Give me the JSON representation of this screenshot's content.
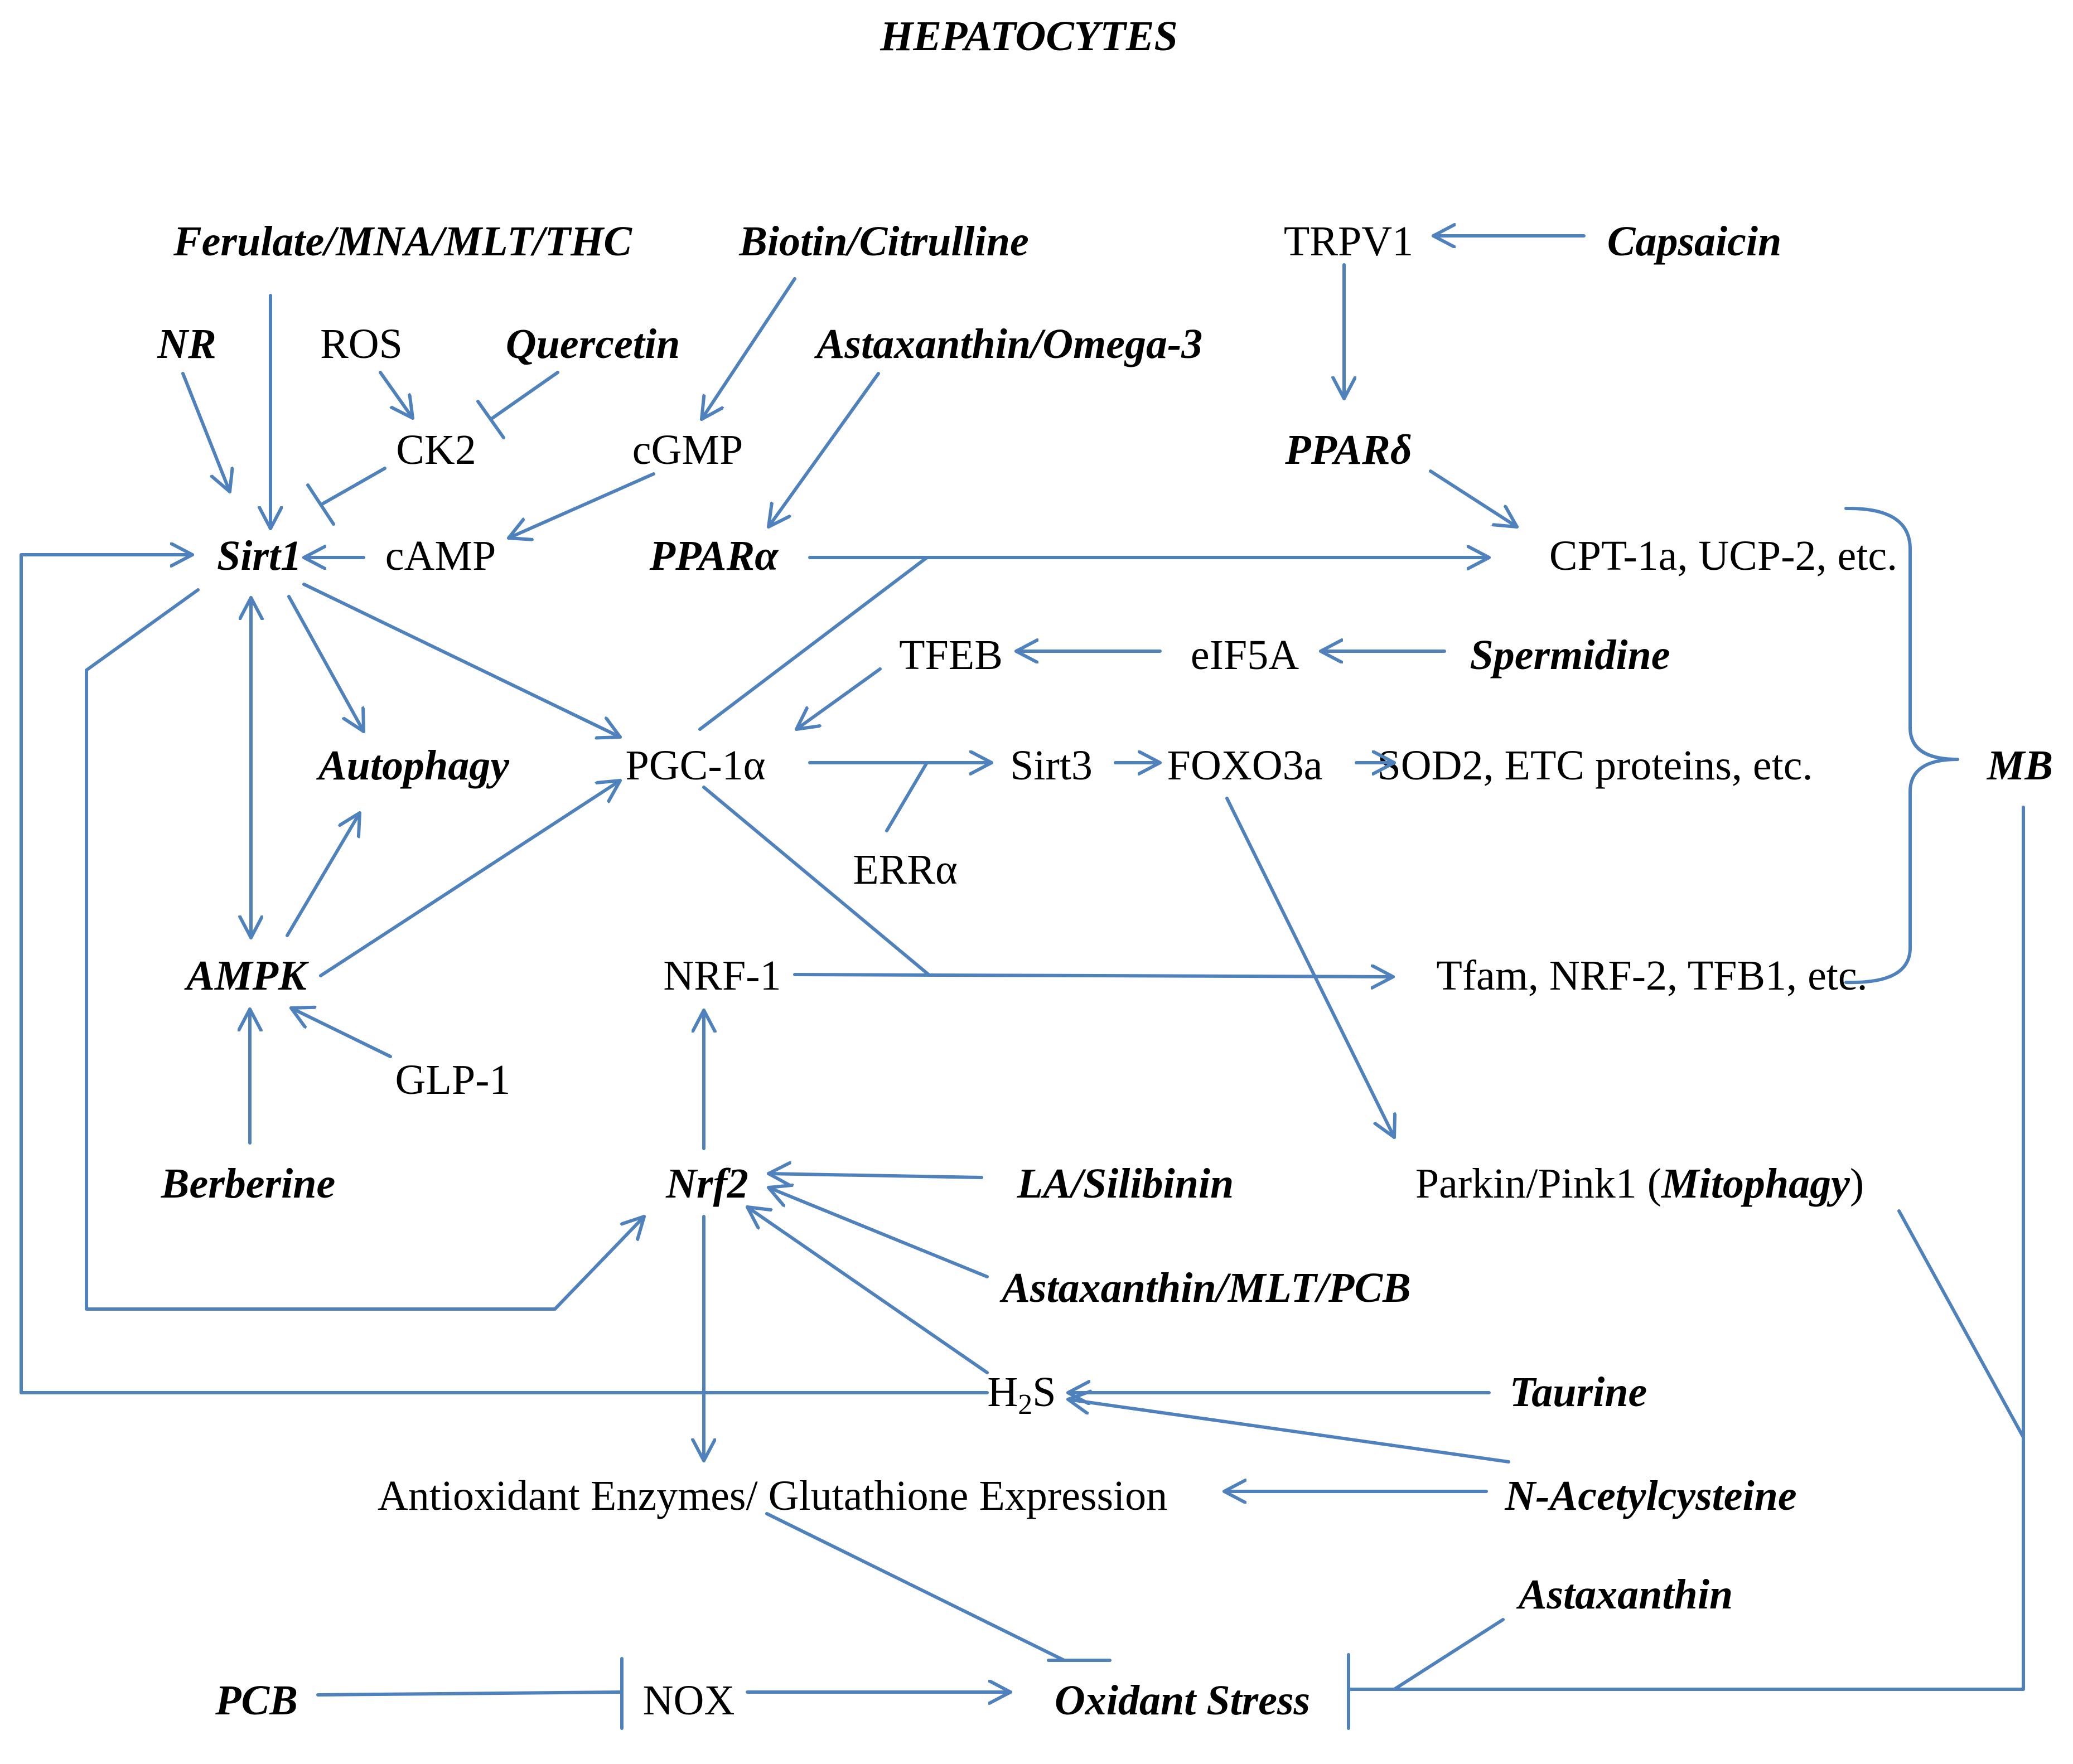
{
  "title": "HEPATOCYTES",
  "colors": {
    "arrow": "#4f81bd",
    "text": "#000000",
    "background": "#ffffff"
  },
  "labels": {
    "ferulate": "Ferulate/MNA/MLT/THC",
    "biotin": "Biotin/Citrulline",
    "trpv1": "TRPV1",
    "capsaicin": "Capsaicin",
    "nr": "NR",
    "ros": "ROS",
    "quercetin": "Quercetin",
    "astaxanthin_omega3": "Astaxanthin/Omega-3",
    "ck2": "CK2",
    "cgmp": "cGMP",
    "ppar_delta": "PPARδ",
    "sirt1": "Sirt1",
    "camp": "cAMP",
    "ppar_alpha": "PPARα",
    "cpt1a": "CPT-1a, UCP-2, etc.",
    "tfeb": "TFEB",
    "eif5a": "eIF5A",
    "spermidine": "Spermidine",
    "autophagy": "Autophagy",
    "pgc1a": "PGC-1α",
    "sirt3": "Sirt3",
    "foxo3a": "FOXO3a",
    "sod2": "SOD2, ETC proteins, etc.",
    "mb": "MB",
    "erra": "ERRα",
    "ampk": "AMPK",
    "nrf1": "NRF-1",
    "tfam": "Tfam, NRF-2, TFB1, etc.",
    "glp1": "GLP-1",
    "berberine": "Berberine",
    "nrf2": "Nrf2",
    "la_silibinin": "LA/Silibinin",
    "parkin_prefix": "Parkin/Pink1 (",
    "mitophagy": "Mitophagy",
    "parkin_suffix": ")",
    "astaxanthin_mlt_pcb": "Astaxanthin/MLT/PCB",
    "h2s_h": "H",
    "h2s_sub": "2",
    "h2s_s": "S",
    "taurine": "Taurine",
    "antioxidant": "Antioxidant Enzymes/ Glutathione Expression",
    "nac": "N-Acetylcysteine",
    "astaxanthin": "Astaxanthin",
    "pcb": "PCB",
    "nox": "NOX",
    "oxidant_stress": "Oxidant Stress"
  }
}
